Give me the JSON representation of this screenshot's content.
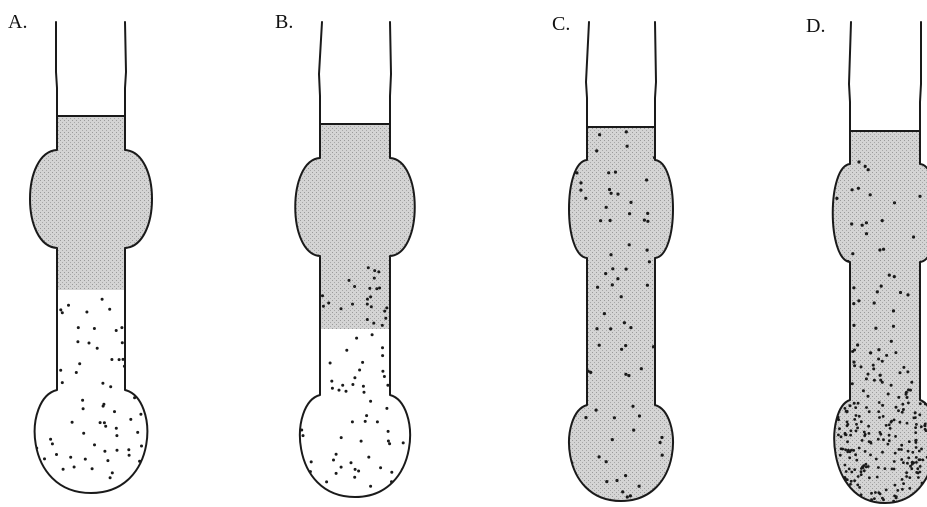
{
  "figure": {
    "panels": [
      {
        "label": "A.",
        "state": "gray liquid above, dotted liquid below, sharp interface"
      },
      {
        "label": "B.",
        "state": "partial mixing near interface"
      },
      {
        "label": "C.",
        "state": "fully mixed, sparse dots throughout"
      },
      {
        "label": "D.",
        "state": "mixed gray with dots concentrated at the bottom bulb"
      }
    ]
  },
  "colors": {
    "gray_fill": "#c9c9c9",
    "clear_fill": "#ffffff",
    "outline": "#1a1a1a",
    "dot": "#1a1a1a"
  }
}
